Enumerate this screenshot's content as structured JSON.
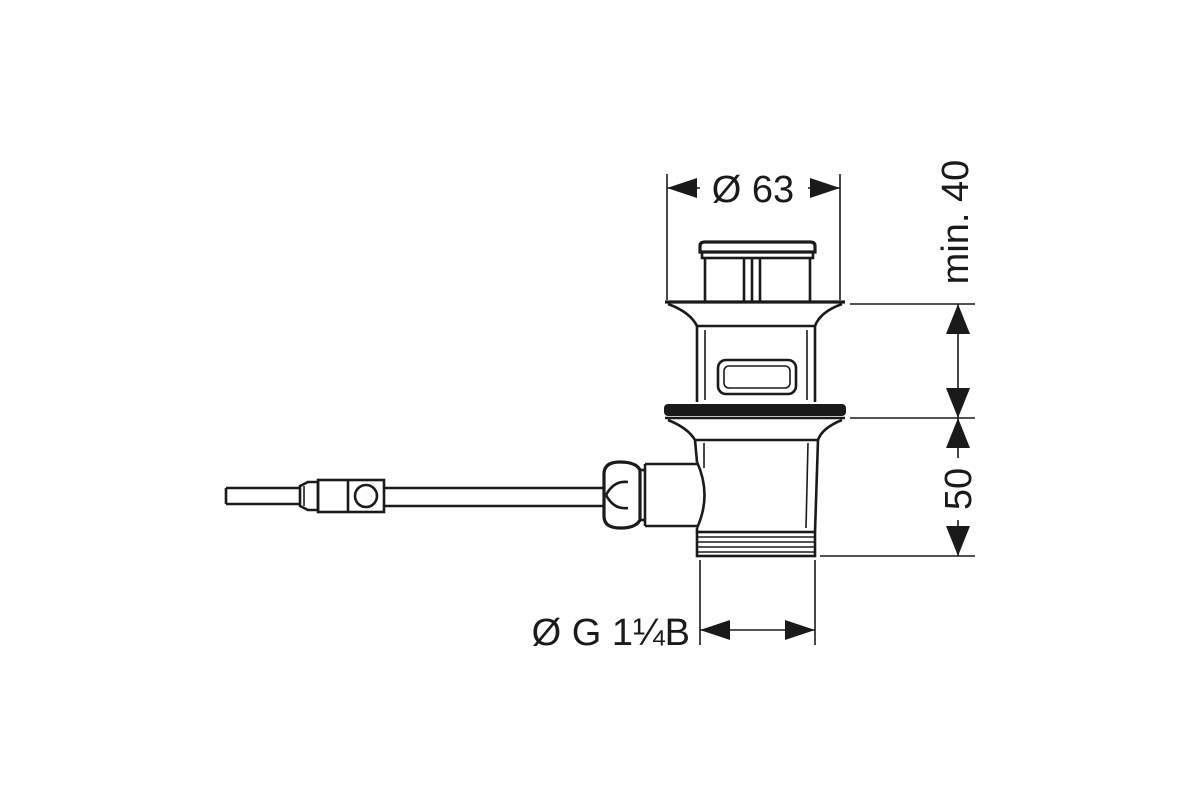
{
  "dimensions": {
    "top_diameter": "Ø 63",
    "stroke": "min. 40",
    "height": "50",
    "thread": "Ø G 1¼B"
  },
  "colors": {
    "ink": "#1a1a1a",
    "background": "#ffffff"
  }
}
